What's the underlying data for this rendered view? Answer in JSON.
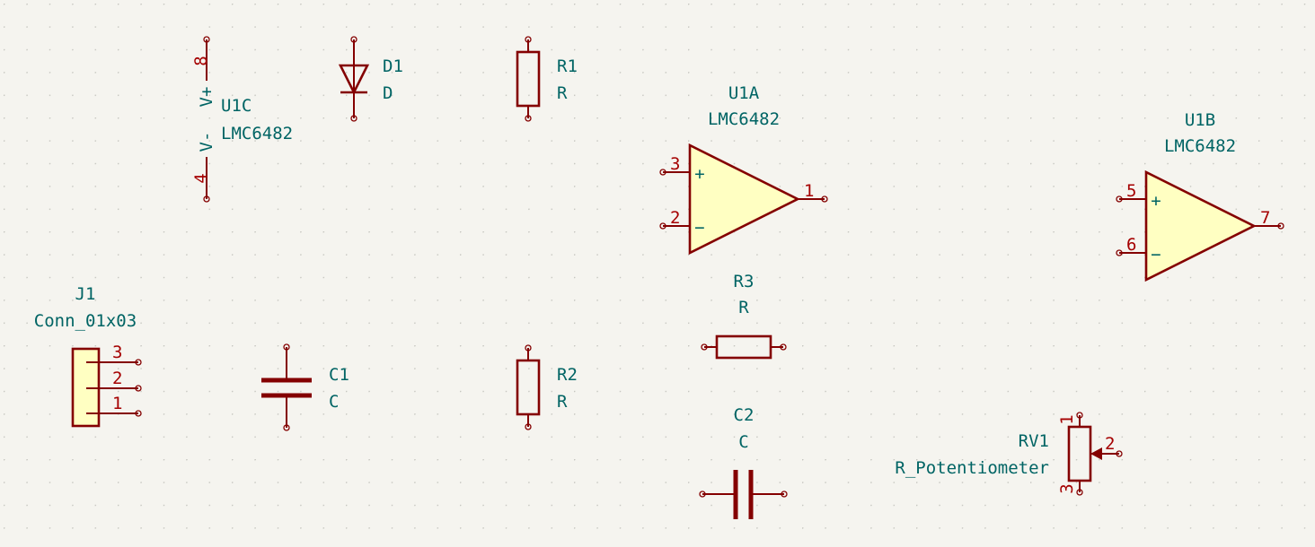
{
  "colors": {
    "background": "#f5f4ef",
    "grid_dot": "#c6c6c0",
    "symbol_outline": "#840000",
    "symbol_fill": "#ffffc2",
    "reference_text": "#006464",
    "pin_number_text": "#a50000"
  },
  "components": {
    "u1c": {
      "ref": "U1C",
      "value": "LMC6482",
      "pin_top_num": "8",
      "pin_top_name": "V+",
      "pin_bottom_num": "4",
      "pin_bottom_name": "V-"
    },
    "d1": {
      "ref": "D1",
      "value": "D"
    },
    "r1": {
      "ref": "R1",
      "value": "R"
    },
    "u1a": {
      "ref": "U1A",
      "value": "LMC6482",
      "in_plus_num": "3",
      "in_minus_num": "2",
      "out_num": "1",
      "plus_sign": "+",
      "minus_sign": "−"
    },
    "u1b": {
      "ref": "U1B",
      "value": "LMC6482",
      "in_plus_num": "5",
      "in_minus_num": "6",
      "out_num": "7",
      "plus_sign": "+",
      "minus_sign": "−"
    },
    "j1": {
      "ref": "J1",
      "value": "Conn_01x03",
      "pins": [
        "3",
        "2",
        "1"
      ]
    },
    "c1": {
      "ref": "C1",
      "value": "C"
    },
    "r2": {
      "ref": "R2",
      "value": "R"
    },
    "r3": {
      "ref": "R3",
      "value": "R"
    },
    "c2": {
      "ref": "C2",
      "value": "C"
    },
    "rv1": {
      "ref": "RV1",
      "value": "R_Potentiometer",
      "pin1_num": "1",
      "pin2_num": "2",
      "pin3_num": "3"
    }
  }
}
